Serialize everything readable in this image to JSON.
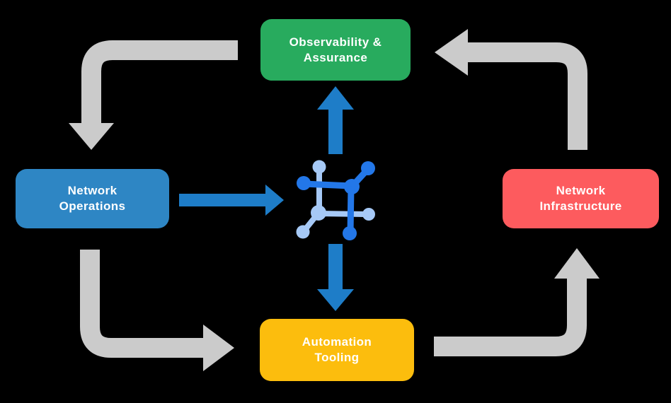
{
  "colors": {
    "background": "#000000",
    "node_green": "#28AB5E",
    "node_blue": "#2E86C4",
    "node_red": "#FD5B5E",
    "node_yellow": "#FCBD0D",
    "flow_arrow_gray": "#CBCBCB",
    "data_arrow_blue": "#1E7DC8",
    "icon_dark_blue": "#2377E8",
    "icon_light_blue": "#A6C9F6",
    "label_text": "#FFFFFF"
  },
  "nodes": {
    "observability": {
      "label": "Observability & Assurance",
      "lines": [
        "Observability &",
        "Assurance"
      ]
    },
    "operations": {
      "label": "Network Operations",
      "lines": [
        "Network",
        "Operations"
      ]
    },
    "infrastructure": {
      "label": "Network Infrastructure",
      "lines": [
        "Network",
        "Infrastructure"
      ]
    },
    "automation": {
      "label": "Automation Tooling",
      "lines": [
        "Automation",
        "Tooling"
      ]
    }
  },
  "flows": {
    "cycle": [
      {
        "from": "Observability & Assurance",
        "to": "Network Operations"
      },
      {
        "from": "Network Operations",
        "to": "Automation Tooling"
      },
      {
        "from": "Automation Tooling",
        "to": "Network Infrastructure"
      },
      {
        "from": "Network Infrastructure",
        "to": "Observability & Assurance"
      }
    ],
    "center": [
      {
        "from": "Network Operations",
        "to": "network-mesh-icon"
      },
      {
        "from": "network-mesh-icon",
        "to": "Observability & Assurance"
      },
      {
        "from": "network-mesh-icon",
        "to": "Automation Tooling"
      }
    ]
  }
}
